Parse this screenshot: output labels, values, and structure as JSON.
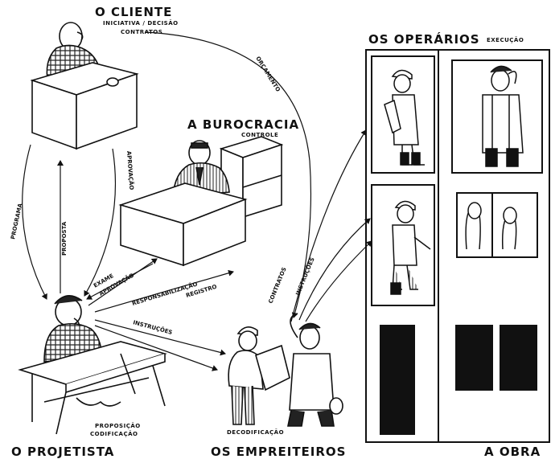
{
  "cliente": {
    "title": "O CLIENTE",
    "sub1": "INICIATIVA / DECISÃO",
    "sub2": "CONTRATOS"
  },
  "burocracia": {
    "title": "A BUROCRACIA",
    "sub": "CONTROLE"
  },
  "operarios": {
    "title": "OS OPERÁRIOS",
    "sub": "EXECUÇÃO"
  },
  "projetista": {
    "title": "O PROJETISTA",
    "sub1": "PROPOSIÇÃO",
    "sub2": "CODIFICAÇÃO"
  },
  "empreiteiros": {
    "title": "OS EMPREITEIROS",
    "sub": "DECODIFICAÇÃO"
  },
  "obra": {
    "title": "A OBRA"
  },
  "arrows": {
    "orcamento": "ORÇAMENTO",
    "programa": "PROGRAMA",
    "proposta": "PROPOSTA",
    "aprovacao_top": "APROVAÇÃO",
    "exame": "EXAME",
    "aprovacao_mid": "APROVAÇÃO",
    "responsabilizacao": "RESPONSABILIZAÇÃO",
    "registro": "REGISTRO",
    "instrucoes": "INSTRUÇÕES",
    "contratos": "CONTRATOS",
    "instrucoes2": "INSTRUÇÕES"
  }
}
